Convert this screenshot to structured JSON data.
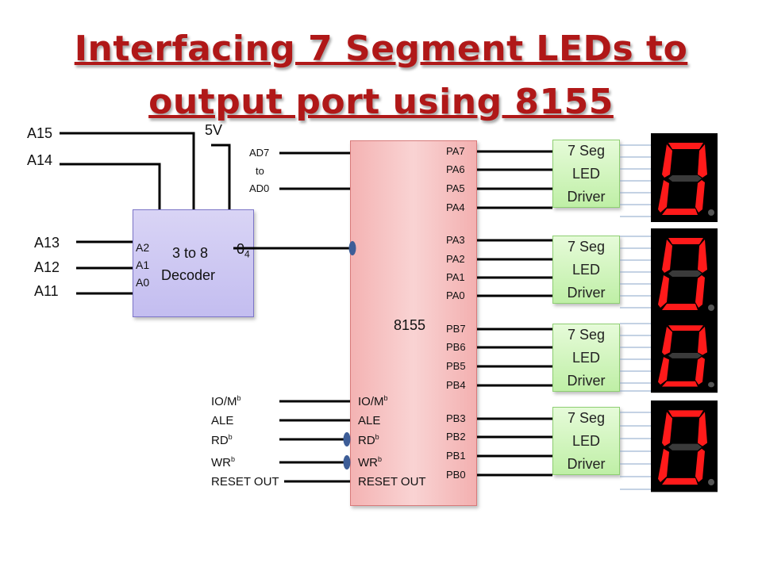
{
  "title": {
    "line1": "Interfacing  7 Segment LEDs to",
    "line2": "output port using 8155"
  },
  "colors": {
    "title": "#b01818",
    "decoder_fill": "#c9c3f2",
    "chip_fill": "#f6c2c2",
    "driver_fill": "#d2f5c0",
    "led_segment": "#ff1a1a",
    "display_bg": "#000000",
    "bubble": "#3d5d97"
  },
  "address_lines": {
    "a15": "A15",
    "a14": "A14",
    "a13": "A13",
    "a12": "A12",
    "a11": "A11"
  },
  "supply": "5V",
  "decoder": {
    "label_line1": "3 to 8",
    "label_line2": "Decoder",
    "inputs": [
      "A2",
      "A1",
      "A0"
    ],
    "output_main": "0",
    "output_sub": "4"
  },
  "bus": {
    "top": "AD7",
    "mid": "to",
    "bottom": "AD0"
  },
  "chip": {
    "name": "8155",
    "port_a": [
      "PA7",
      "PA6",
      "PA5",
      "PA4",
      "PA3",
      "PA2",
      "PA1",
      "PA0"
    ],
    "port_b": [
      "PB7",
      "PB6",
      "PB5",
      "PB4",
      "PB3",
      "PB2",
      "PB1",
      "PB0"
    ],
    "control_inside": {
      "iom": "IO/M",
      "iom_sup": "b",
      "ale": "ALE",
      "rd": "RD",
      "rd_sup": "b",
      "wr": "WR",
      "wr_sup": "b",
      "reset": "RESET OUT"
    }
  },
  "control_outside": {
    "iom": "IO/M",
    "iom_sup": "b",
    "ale": "ALE",
    "rd": "RD",
    "rd_sup": "b",
    "wr": "WR",
    "wr_sup": "b",
    "reset": "RESET OUT"
  },
  "drivers": [
    {
      "label": "7 Seg\nLED\nDriver"
    },
    {
      "label": "7 Seg\nLED\nDriver"
    },
    {
      "label": "7 Seg\nLED\nDriver"
    },
    {
      "label": "7 Seg\nLED\nDriver"
    }
  ],
  "displays": [
    {
      "digit": "0"
    },
    {
      "digit": "0"
    },
    {
      "digit": "0"
    },
    {
      "digit": "0"
    }
  ]
}
